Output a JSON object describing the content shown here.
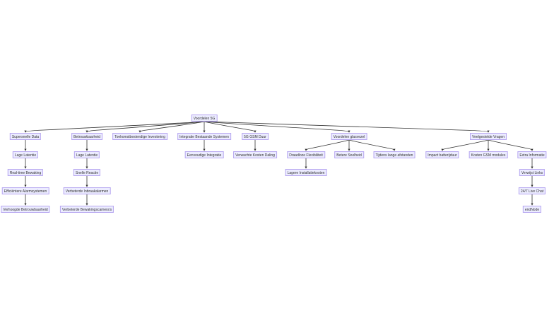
{
  "nodes": {
    "root": "Voordelen 5G",
    "a": "Supersnelle Data",
    "a1": "Lage Latentie",
    "a2": "Real-time Bewaking",
    "a3": "Efficiëntere Alarmsystemen",
    "a4": "Verhoogde Betrouwbaarheid",
    "b": "Betrouwbaarheid",
    "b1": "Lage Latentie",
    "b2": "Snelle Reactie",
    "b3": "Verbeterde Inbraakalarmen",
    "b4": "Verbeterde Bewakingscamera's",
    "c": "Toekomstbestendige Investering",
    "d": "Integratie Bestaande Systemen",
    "d1": "Eenvoudige Integratie",
    "e": "5G GSM Duur",
    "e1": "Verwachte Kosten Daling",
    "f": "Voordelen glasvezel",
    "f1": "Draadloze Flexibiliteit",
    "f1a": "Lagere Installatiekosten",
    "f2": "Betere Snelheid",
    "f3": "Tijdens lange afstanden",
    "g": "Veelgestelde Vragen",
    "g1": "Impact batterijduur",
    "g2": "Kosten GSM modules",
    "g3": "Extra Informatie",
    "g3a": "Verwijst Links",
    "g3b": "24/7 Live Chat",
    "g3c": "endNode"
  },
  "edges": [
    [
      "root",
      "a"
    ],
    [
      "root",
      "b"
    ],
    [
      "root",
      "c"
    ],
    [
      "root",
      "d"
    ],
    [
      "root",
      "e"
    ],
    [
      "root",
      "f"
    ],
    [
      "root",
      "g"
    ],
    [
      "a",
      "a1"
    ],
    [
      "a1",
      "a2"
    ],
    [
      "a2",
      "a3"
    ],
    [
      "a3",
      "a4"
    ],
    [
      "b",
      "b1"
    ],
    [
      "b1",
      "b2"
    ],
    [
      "b2",
      "b3"
    ],
    [
      "b3",
      "b4"
    ],
    [
      "d",
      "d1"
    ],
    [
      "e",
      "e1"
    ],
    [
      "f",
      "f1"
    ],
    [
      "f1",
      "f1a"
    ],
    [
      "f",
      "f2"
    ],
    [
      "f",
      "f3"
    ],
    [
      "g",
      "g1"
    ],
    [
      "g",
      "g2"
    ],
    [
      "g",
      "g3"
    ],
    [
      "g3",
      "g3a"
    ],
    [
      "g3a",
      "g3b"
    ],
    [
      "g3b",
      "g3c"
    ]
  ]
}
